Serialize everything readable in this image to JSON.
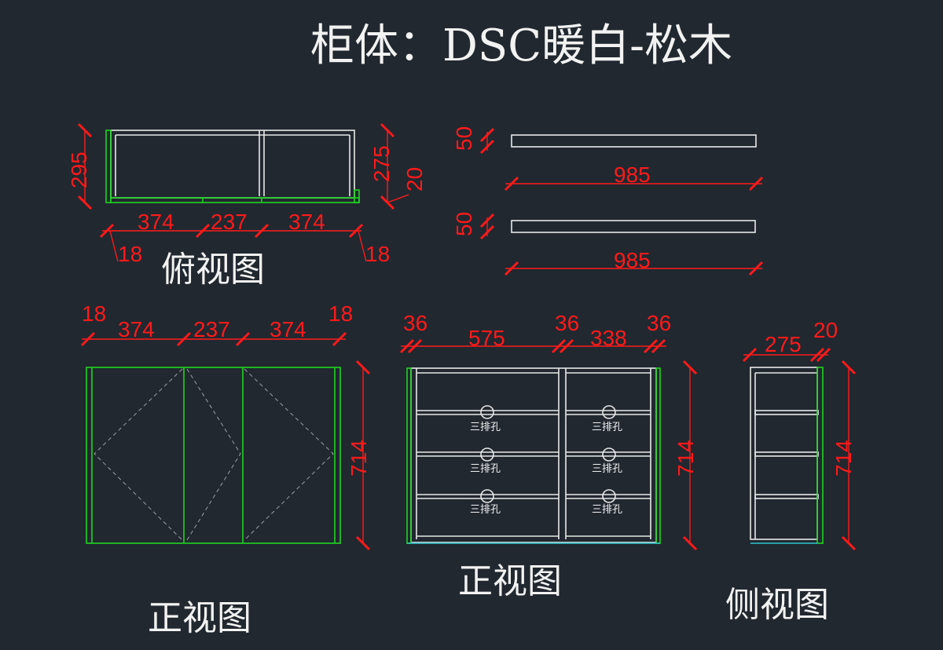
{
  "title": "柜体：DSC暖白-松木",
  "top_view": {
    "label": "俯视图",
    "dims": {
      "depth": "295",
      "inner_depth": "275",
      "front": "20",
      "w1": "374",
      "w2": "237",
      "w3": "374",
      "side_l": "18",
      "side_r": "18"
    }
  },
  "panels": {
    "dim_h1": "50",
    "len1": "985",
    "dim_h2": "50",
    "len2": "985"
  },
  "front_view_doors": {
    "label": "正视图",
    "dims": {
      "side_l": "18",
      "w1": "374",
      "w2": "237",
      "w3": "374",
      "side_r": "18",
      "height": "714"
    }
  },
  "front_view_inner": {
    "label": "正视图",
    "hole_label": "三排孔",
    "dims": {
      "s1": "36",
      "w1": "575",
      "s2": "36",
      "w2": "338",
      "s3": "36",
      "height": "714"
    }
  },
  "side_view": {
    "label": "侧视图",
    "dims": {
      "depth": "275",
      "door": "20",
      "height": "714"
    }
  },
  "colors": {
    "background": "#212830",
    "outline": "#e8e8e8",
    "door": "#1fd51f",
    "dimension": "#ff1a1a"
  }
}
